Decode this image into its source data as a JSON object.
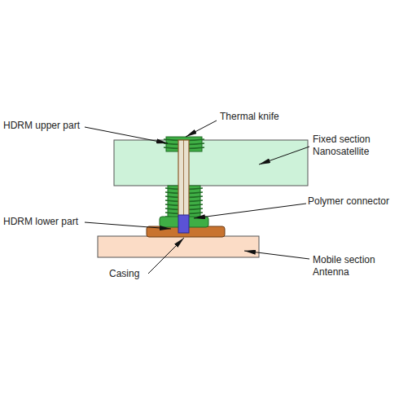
{
  "diagram": {
    "labels": [
      "HDRM upper part",
      "Thermal knife",
      "Fixed section Nanosatellite",
      "Polymer connector",
      "HDRM lower part",
      "Casing",
      "Mobile section Antenna"
    ]
  }
}
